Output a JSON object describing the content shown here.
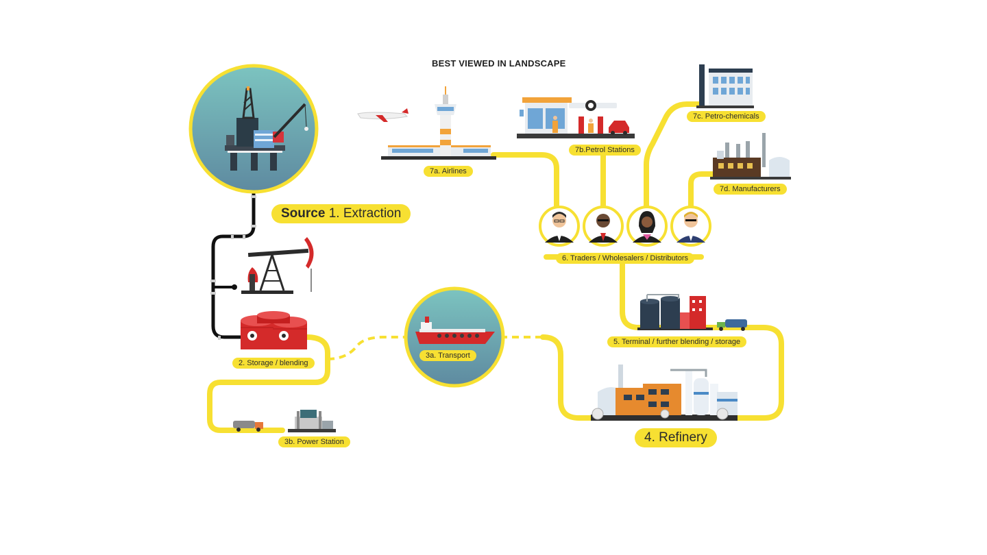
{
  "header": {
    "hint": "BEST VIEWED IN LANDSCAPE"
  },
  "stages": {
    "extraction_prefix": "Source",
    "extraction": "1. Extraction",
    "storage": "2. Storage / blending",
    "transport": "3a. Transport",
    "power_station": "3b. Power Station",
    "refinery": "4. Refinery",
    "terminal": "5. Terminal / further blending / storage",
    "traders": "6. Traders / Wholesalers / Distributors",
    "airlines": "7a. Airlines",
    "petrol_stations": "7b.Petrol Stations",
    "petro_chemicals": "7c. Petro-chemicals",
    "manufacturers": "7d. Manufacturers"
  },
  "colors": {
    "accent": "#f7e032",
    "circle_top": "#7cc4c0",
    "circle_bottom": "#5e8aa0",
    "pipe": "#111111",
    "tank_red": "#d42a2a"
  },
  "icons": [
    "oil-rig-icon",
    "pumpjack-icon",
    "storage-tanks-icon",
    "tanker-ship-icon",
    "tanker-truck-icon",
    "power-station-icon",
    "refinery-icon",
    "terminal-icon",
    "trader-avatar-icon",
    "airport-icon",
    "airplane-icon",
    "petrol-station-icon",
    "factory-icon",
    "manufacturer-plant-icon"
  ]
}
